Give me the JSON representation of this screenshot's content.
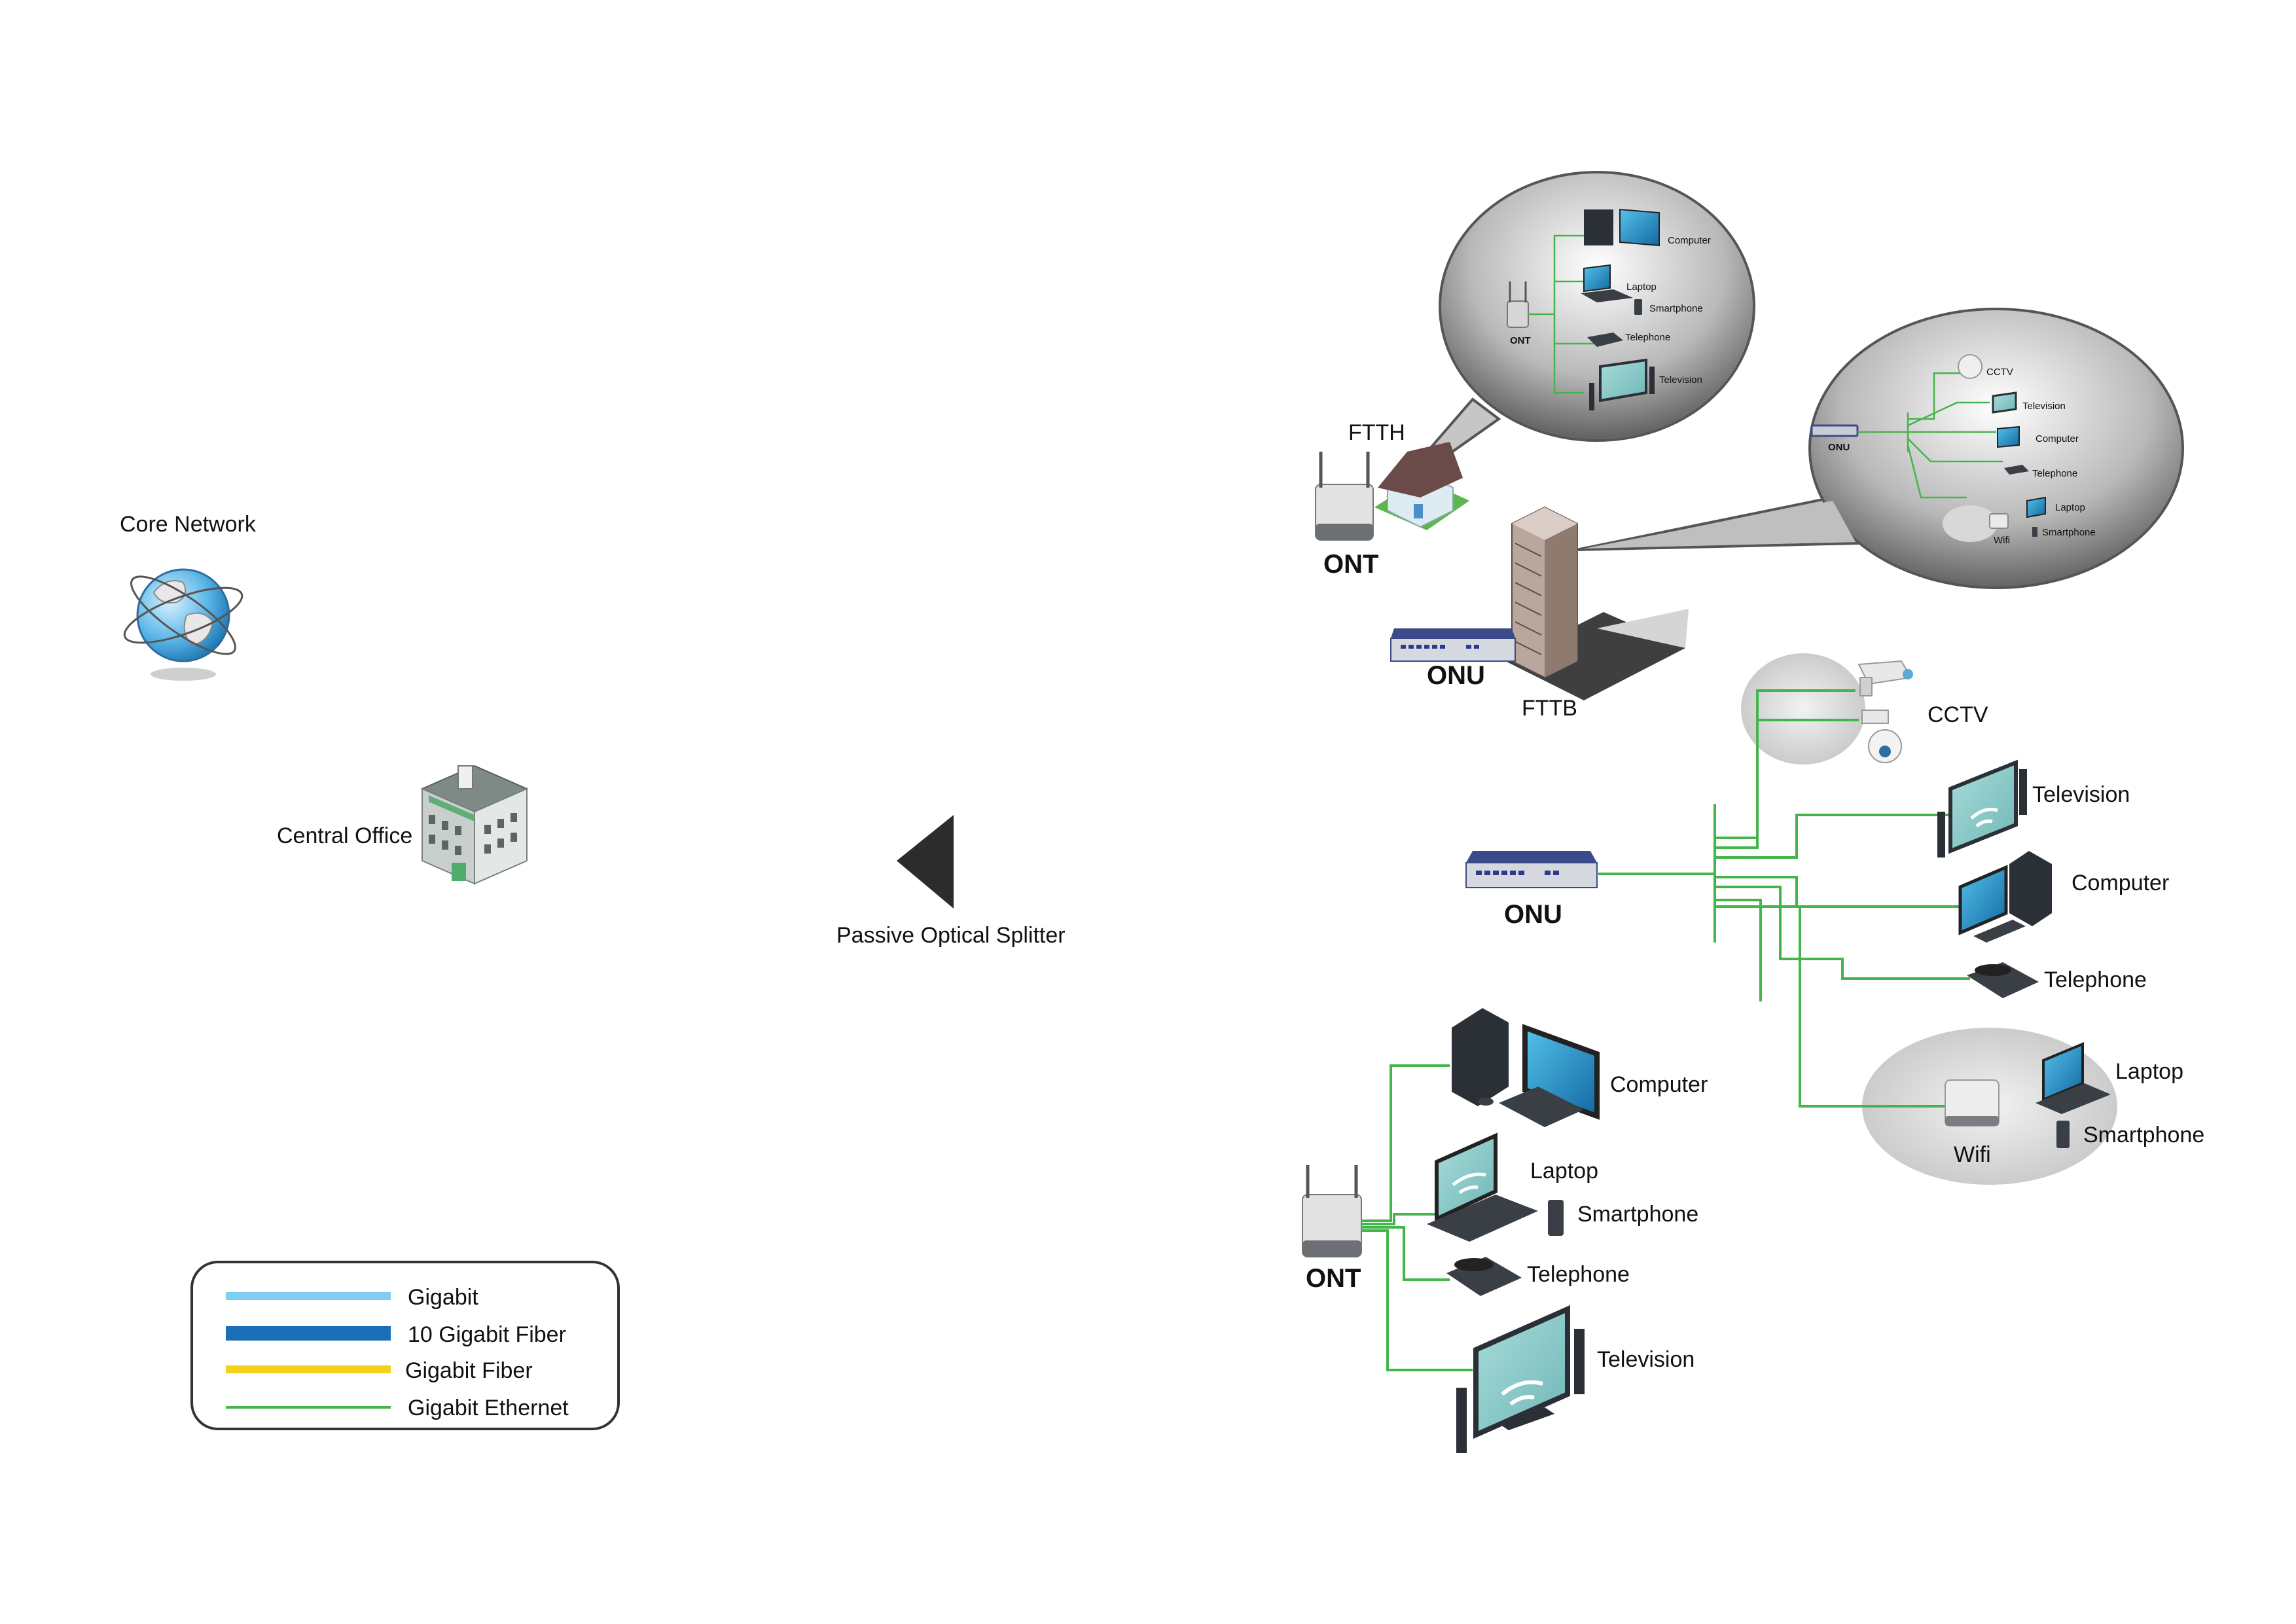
{
  "core_network": {
    "label": "Core Network"
  },
  "central_office": {
    "label": "Central Office"
  },
  "splitter": {
    "label": "Passive Optical Splitter"
  },
  "ftth": {
    "label": "FTTH",
    "ont_label": "ONT",
    "bubble": {
      "ont_label": "ONT",
      "devices": [
        "Computer",
        "Laptop",
        "Smartphone",
        "Telephone",
        "Television"
      ]
    }
  },
  "fttb": {
    "label": "FTTB",
    "onu_label": "ONU",
    "bubble": {
      "onu_label": "ONU",
      "devices": [
        "CCTV",
        "Television",
        "Computer",
        "Telephone",
        "Laptop",
        "Smartphone",
        "Wifi"
      ]
    }
  },
  "onu_branch": {
    "onu_label": "ONU",
    "cctv": "CCTV",
    "television": "Television",
    "computer": "Computer",
    "telephone": "Telephone",
    "laptop": "Laptop",
    "smartphone": "Smartphone",
    "wifi": "Wifi"
  },
  "ont_branch": {
    "ont_label": "ONT",
    "computer": "Computer",
    "laptop": "Laptop",
    "smartphone": "Smartphone",
    "telephone": "Telephone",
    "television": "Television"
  },
  "legend": {
    "items": [
      {
        "label": "Gigabit",
        "color": "#7fd0f0"
      },
      {
        "label": "10 Gigabit Fiber",
        "color": "#1a6fb8"
      },
      {
        "label": "Gigabit Fiber",
        "color": "#f2d21a"
      },
      {
        "label": "Gigabit Ethernet",
        "color": "#44b54a"
      }
    ]
  },
  "colors": {
    "ethernet": "#44b54a",
    "device_dark": "#2b2f36",
    "screen": "#1e8fc4"
  }
}
